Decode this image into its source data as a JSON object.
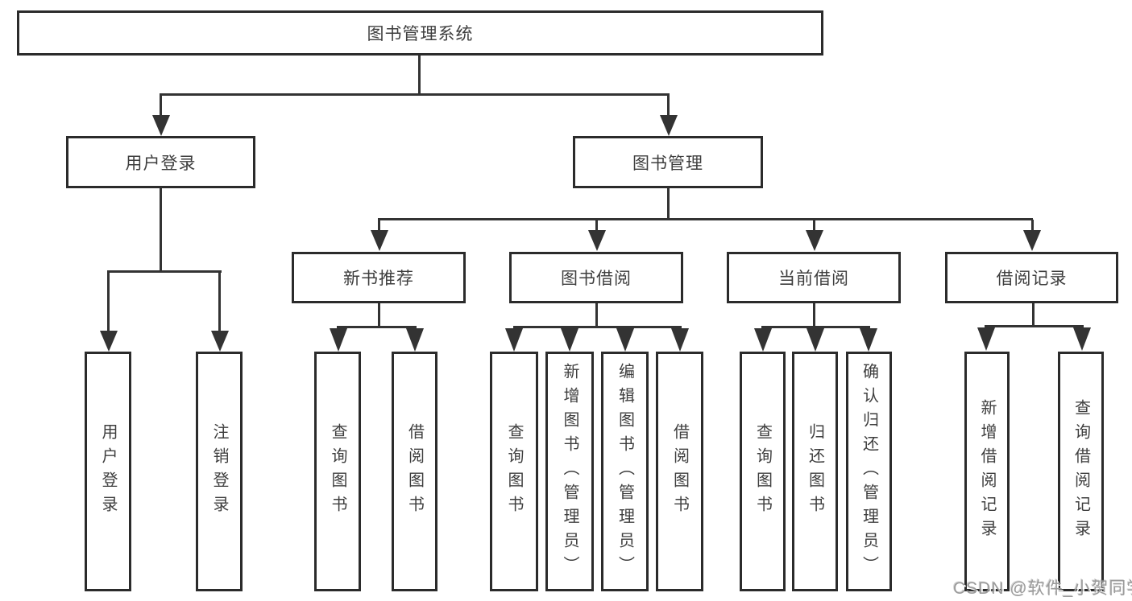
{
  "tree": {
    "root": {
      "label": "图书管理系统"
    },
    "login": {
      "label": "用户登录",
      "children": [
        {
          "label": "用户登录"
        },
        {
          "label": "注销登录"
        }
      ]
    },
    "manage": {
      "label": "图书管理",
      "groups": [
        {
          "label": "新书推荐",
          "children": [
            {
              "label": "查询图书"
            },
            {
              "label": "借阅图书"
            }
          ]
        },
        {
          "label": "图书借阅",
          "children": [
            {
              "label": "查询图书"
            },
            {
              "label": "新增图书（管理员）"
            },
            {
              "label": "编辑图书（管理员）"
            },
            {
              "label": "借阅图书"
            }
          ]
        },
        {
          "label": "当前借阅",
          "children": [
            {
              "label": "查询图书"
            },
            {
              "label": "归还图书"
            },
            {
              "label": "确认归还（管理员）"
            }
          ]
        },
        {
          "label": "借阅记录",
          "children": [
            {
              "label": "新增借阅记录"
            },
            {
              "label": "查询借阅记录"
            }
          ]
        }
      ]
    }
  },
  "watermark": {
    "text": "CSDN @软件_小贺同学"
  },
  "colors": {
    "line": "#333333",
    "border": "#2b2b2b",
    "text": "#3e3e3e",
    "watermark": "#9b9b9b",
    "background": "#ffffff"
  }
}
